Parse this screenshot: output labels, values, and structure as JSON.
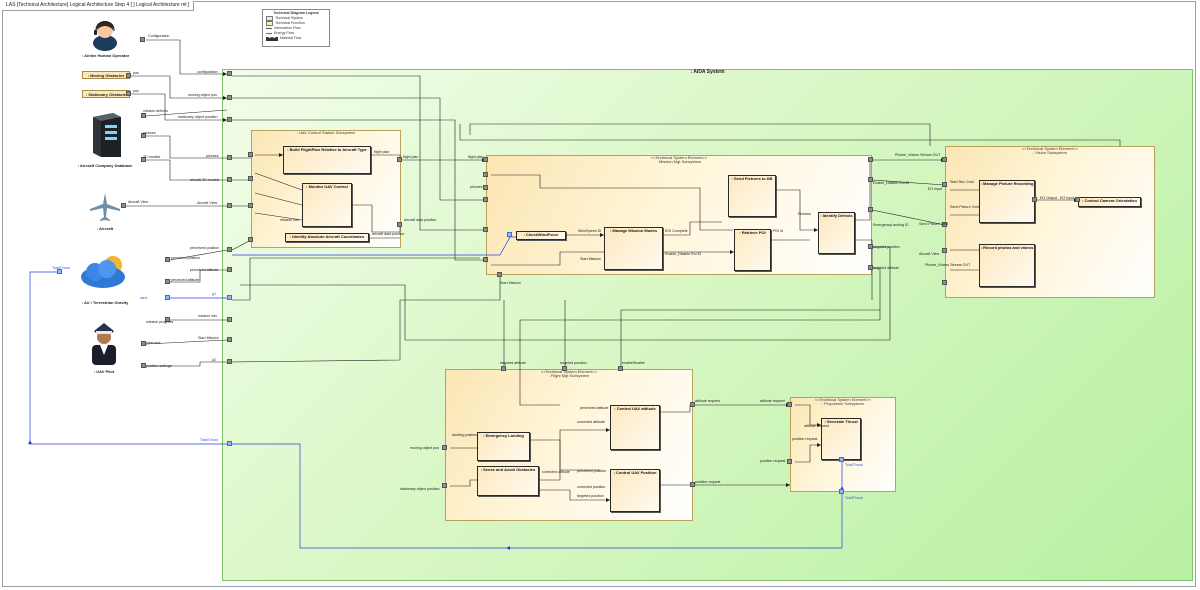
{
  "frame": {
    "tab": "LAS [Technical Architecture] Logical Architecture Step 4 [ ] Logical Architecture mt ]"
  },
  "legend": {
    "title": "Technical Diagram Legend",
    "items": [
      "Technical System",
      "Technical Function",
      "Information Flow",
      "Energy Flow",
      "Material Flow"
    ]
  },
  "system": {
    "title": ": AIDA System"
  },
  "actors": {
    "operator": ": Airline Human Operator",
    "moving_obstacles": ": Moving Obstacles",
    "stationary_obstacle": ": Stationary Obstacle",
    "database": ": Aircraft Company Database",
    "aircraft": ": Aircraft",
    "gravity": ": Air / Terrestrian Gravity",
    "pilot": ": UAV Pilot"
  },
  "subsystems": {
    "control_station": ": UAV Control Station Subsystem",
    "mission_mgt": {
      "stereo": "<<Technical System Element>>",
      "name": ": Mission Mgt Subsystem"
    },
    "vision": {
      "stereo": "<<Technical System Element>>",
      "name": ": Vision Subsystem"
    },
    "flight_mgt": {
      "stereo": "<<Technical System Element>>",
      "name": ": Flight Mgt Subsystem"
    },
    "propulsion": {
      "stereo": "<<Technical System Element>>",
      "name": ": Propulsion Subsystem"
    }
  },
  "functions": {
    "build_flightplan": ": Build FlightPlan Relative to Aircraft Type",
    "monitor_uav": ": Monitor UAV Control",
    "identify_coords": ": Identify Absolute Aircraft Coordinates",
    "check_windforce": ": CheckWindForce",
    "manage_modes": ": Manage Mission Modes",
    "send_pictures": ": Send Pictures to DB",
    "retrieve_poi": ": Retrieve POI",
    "identify_defects": ": Identify Defects",
    "manage_recording": ": Manage Picture Recording",
    "control_camera": ": Control Camera Orientation",
    "record_photos": ": Record photos and videos",
    "emergency_landing": ": Emergency Landing",
    "sense_avoid": ": Sense and Avoid Obstacles",
    "control_attitude": ": Control UAV attitude",
    "control_position": ": Control UAV Position",
    "generate_thrust": ": Generate Thrust"
  },
  "flows": {
    "configuration": "Configuration",
    "configuration2": "configuration",
    "pos": "pos",
    "moving_object_pos": "moving object pos",
    "stationary_object_position": "stationary object position",
    "mission_defects": "mission defects",
    "pictures": "pictures",
    "d3_models": "3D models",
    "aircraft_3d_models": "aircraft 3D models",
    "aircraft_view": "Aircraft View",
    "perceived_position": "perceived position",
    "perceived_attitude": "perceived attitude",
    "wind": "wind",
    "g1": "g1",
    "mission_progress": "mission progress",
    "mission_info": "mission info",
    "pilot_cmd": "pilot cmd",
    "start_mission": "Start Mission",
    "position_settings": "position settings",
    "p2": "p2",
    "flight_plan": "flight plan",
    "aircraft_data_position": "aircraft data position",
    "picture_videos_stream_out": "Picture_Videos Stream OUT",
    "enable_disable_roi": "Enable_Disable Roi ID",
    "eo_input": "EO Input",
    "eo_output": "EO Output",
    "start_rec_cmd": "Start Rec Cmd",
    "send_picture_cmd": "Send Picture Cmd",
    "targeted_position": "targeted position",
    "targeted_attitude": "targeted attitude",
    "enable_disable": "enableDisable",
    "emergency_landing_id": "EmergencyLanding ID",
    "windspeed_id": "WindSpeed ID",
    "attitude_request": "attitude request",
    "position_request": "position request",
    "total_thrust": "TotalThrust",
    "corrected_attitude": "corrected attitude",
    "corrected_position": "corrected position",
    "landing_position": "landing position",
    "perceived_positions": "perceived positions",
    "mission_info2": "mission info",
    "pictures2": "Pictures",
    "poi_id": "POI id",
    "stop_cmd": "Stop Cmd",
    "eoi_complete": "EOI Complete"
  }
}
